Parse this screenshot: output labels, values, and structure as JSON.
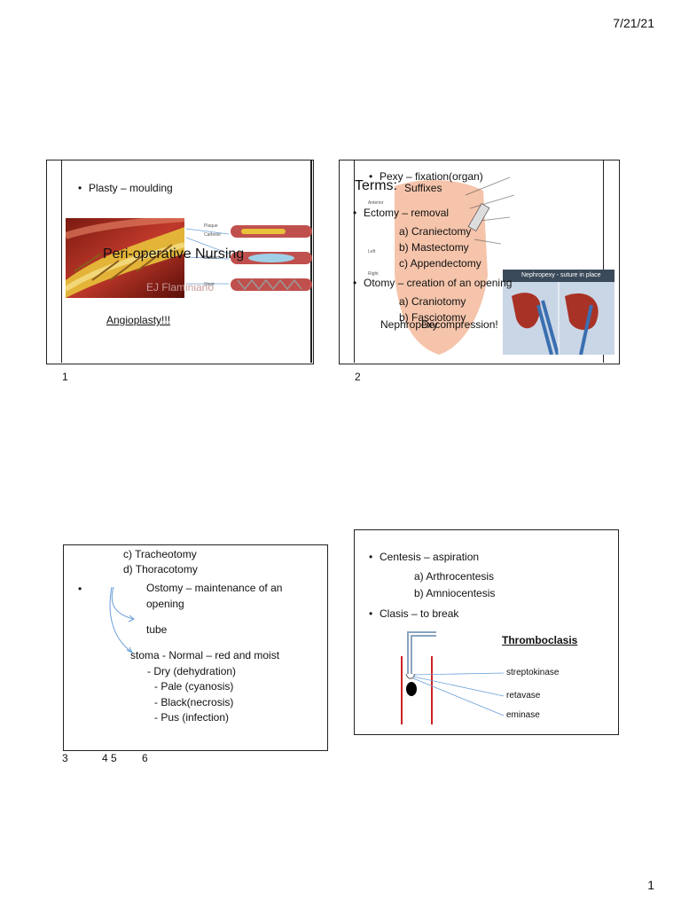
{
  "header": {
    "date": "7/21/21"
  },
  "footer": {
    "page_number": "1"
  },
  "slides": {
    "s1": {
      "title": "Peri-operative Nursing",
      "author": "EJ Flaminiano",
      "bullet": "Plasty – moulding",
      "caption": "Angioplasty!!!",
      "diagram_labels": [
        "Plaque",
        "Catheter",
        "Balloon",
        "Stent"
      ],
      "number": "1"
    },
    "s2": {
      "title": "Terms:",
      "subtitle": "Suffixes",
      "bullets": [
        "Pexy – fixation(organ)",
        "Ectomy – removal",
        "Otomy – creation of an opening"
      ],
      "ectomy_items": [
        "a) Craniectomy",
        "b) Mastectomy",
        "c) Appendectomy"
      ],
      "otomy_items": [
        "a) Craniotomy",
        "b) Fasciotomy"
      ],
      "overlap_text": "Nephropexy",
      "overlap_text2": "Decompression!",
      "image_caption": "Nephropexy - suture in place",
      "number": "2"
    },
    "s3": {
      "items": [
        "c) Tracheotomy",
        "d) Thoracotomy"
      ],
      "ostomy": "Ostomy – maintenance of an",
      "ostomy2": "opening",
      "tube": "tube",
      "stoma": "stoma - Normal – red and moist",
      "stoma_items": [
        "- Dry (dehydration)",
        "- Pale (cyanosis)",
        "- Black(necrosis)",
        "- Pus (infection)"
      ],
      "numbers": [
        "3",
        "4 5",
        "6"
      ]
    },
    "s4": {
      "bullet1": "Centesis – aspiration",
      "centesis_items": [
        "a) Arthrocentesis",
        "b) Amniocentesis"
      ],
      "bullet2": "Clasis – to break",
      "heading": "Thromboclasis",
      "drugs": [
        "streptokinase",
        "retavase",
        "eminase"
      ]
    }
  }
}
